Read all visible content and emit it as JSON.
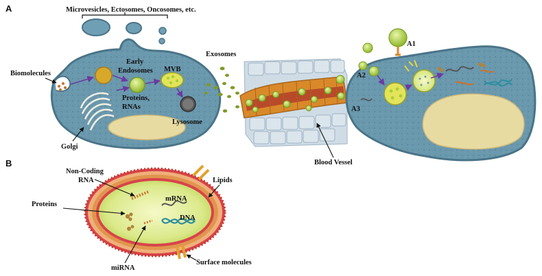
{
  "panels": {
    "a": "A",
    "b": "B"
  },
  "labels": {
    "microvesicles": "Microvesicles, Ectosomes, Oncosomes, etc.",
    "biomolecules": "Biomolecules",
    "early_endosomes_1": "Early",
    "early_endosomes_2": "Endosomes",
    "mvb": "MVB",
    "proteins_rnas_1": "Proteins,",
    "proteins_rnas_2": "RNAs",
    "lysosome": "Lysosome",
    "golgi": "Golgi",
    "exosomes": "Exosomes",
    "blood_vessel": "Blood Vessel",
    "a1": "A1",
    "a2": "A2",
    "a3": "A3",
    "non_coding_1": "Non-Coding",
    "non_coding_2": "RNA",
    "lipids": "Lipids",
    "proteins": "Proteins",
    "mrna": "mRNA",
    "dna": "DNA",
    "mirna": "miRNA",
    "surface_molecules": "Surface molecules"
  },
  "colors": {
    "cell_fill": "#5f8fa6",
    "cell_edge": "#4a7488",
    "nucleus": "#e8dba2",
    "vesicle_green": "#a9cf3a",
    "vessel_orange": "#d9892a",
    "vessel_red": "#b84a2a",
    "membrane_red": "#c0392b",
    "arrow_purple": "#6b3aa0"
  }
}
